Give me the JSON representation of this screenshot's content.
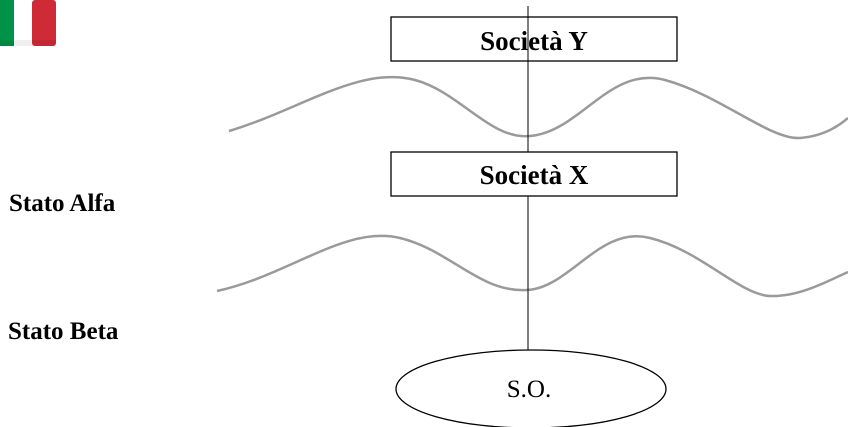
{
  "flag": {
    "icon": "italy-flag-icon",
    "colors": [
      "#009246",
      "#ffffff",
      "#ce2b37"
    ]
  },
  "boxes": {
    "top": "Società Y",
    "middle": "Società X"
  },
  "oval": {
    "label": "S.O."
  },
  "labels": {
    "state_alpha": "Stato Alfa",
    "state_beta": "Stato Beta"
  },
  "colors": {
    "wave": "#9a9a9a",
    "line": "#000000"
  }
}
